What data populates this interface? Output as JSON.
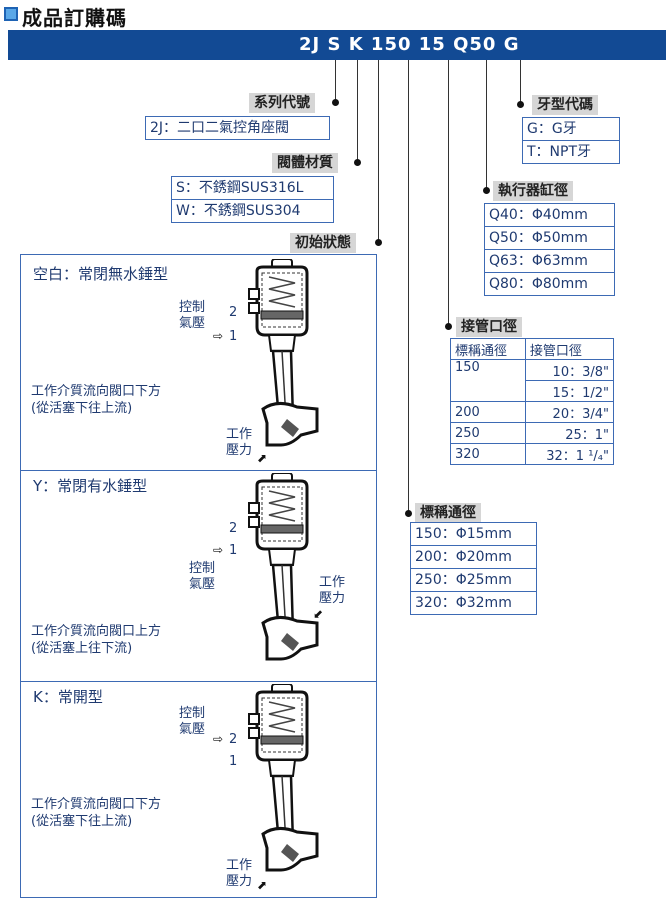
{
  "title": "成品訂購碼",
  "order_code": "2J S K 150 15 Q50 G",
  "series": {
    "header": "系列代號",
    "items": [
      "2J：二口二氣控角座閥"
    ]
  },
  "material": {
    "header": "閥體材質",
    "items": [
      "S：不銹鋼SUS316L",
      "W：不銹鋼SUS304"
    ]
  },
  "initial_state": {
    "header": "初始狀態"
  },
  "thread": {
    "header": "牙型代碼",
    "items": [
      "G：G牙",
      "T：NPT牙"
    ]
  },
  "actuator": {
    "header": "執行器缸徑",
    "items": [
      "Q40：Φ40mm",
      "Q50：Φ50mm",
      "Q63：Φ63mm",
      "Q80：Φ80mm"
    ]
  },
  "connection": {
    "header": "接管口徑",
    "col1": "標稱通徑",
    "col2": "接管口徑",
    "rows": [
      {
        "dn": "150",
        "size": "10：3/8\""
      },
      {
        "dn": "",
        "size": "15：1/2\""
      },
      {
        "dn": "200",
        "size": "20：3/4\""
      },
      {
        "dn": "250",
        "size": "25：1\""
      },
      {
        "dn": "320",
        "size": "32：1 ¹/₄\""
      }
    ]
  },
  "nominal": {
    "header": "標稱通徑",
    "items": [
      "150：Φ15mm",
      "200：Φ20mm",
      "250：Φ25mm",
      "320：Φ32mm"
    ]
  },
  "panels": [
    {
      "title": "空白：常閉無水錘型",
      "desc": "工作介質流向閥口下方(從活塞下往上流)",
      "control": "控制氣壓",
      "work": "工作壓力",
      "port2": "2",
      "port1": "1"
    },
    {
      "title": "Y：常閉有水錘型",
      "desc": "工作介質流向閥口上方(從活塞上往下流)",
      "control": "控制氣壓",
      "work": "工作壓力",
      "port2": "2",
      "port1": "1"
    },
    {
      "title": "K：常開型",
      "desc": "工作介質流向閥口下方(從活塞下往上流)",
      "control": "控制氣壓",
      "work": "工作壓力",
      "port2": "2",
      "port1": "1"
    }
  ]
}
